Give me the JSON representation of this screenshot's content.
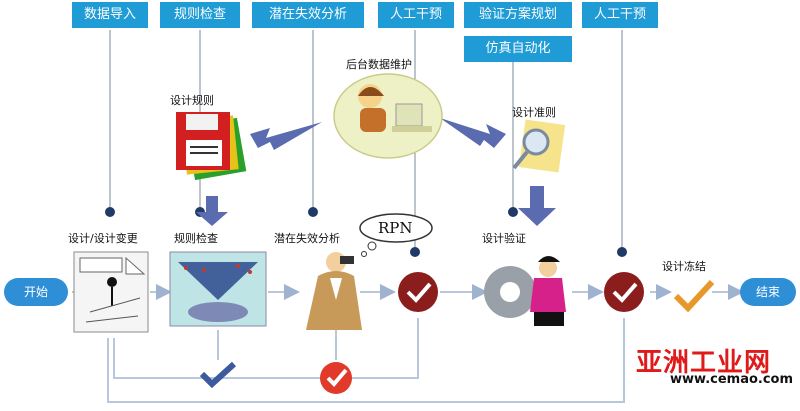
{
  "top_tags": [
    {
      "id": "import",
      "text": "数据导入"
    },
    {
      "id": "rule-check",
      "text": "规则检查"
    },
    {
      "id": "fmea",
      "text": "潜在失效分析"
    },
    {
      "id": "manual1",
      "text": "人工干预"
    },
    {
      "id": "verify-plan",
      "text": "验证方案规划"
    },
    {
      "id": "manual2",
      "text": "人工干预"
    },
    {
      "id": "sim",
      "text": "仿真自动化"
    }
  ],
  "labels": {
    "backend": "后台数据维护",
    "design_rules": "设计规则",
    "design_criteria": "设计准则",
    "design_change": "设计/设计变更",
    "rule_check": "规则检查",
    "fmea": "潜在失效分析",
    "rpn": "RPN",
    "design_verify": "设计验证",
    "design_freeze": "设计冻结"
  },
  "nodes": {
    "start": "开始",
    "end": "结束"
  },
  "watermark": {
    "brand": "亚洲工业网",
    "url": "www.cemao.com"
  },
  "colors": {
    "tag_blue": "#1f9bd6",
    "node_blue": "#2f8fd6",
    "arrow_gray": "#b9c7dd",
    "check_red": "#8b1d1d",
    "accent_purple": "#5a6bb0"
  }
}
